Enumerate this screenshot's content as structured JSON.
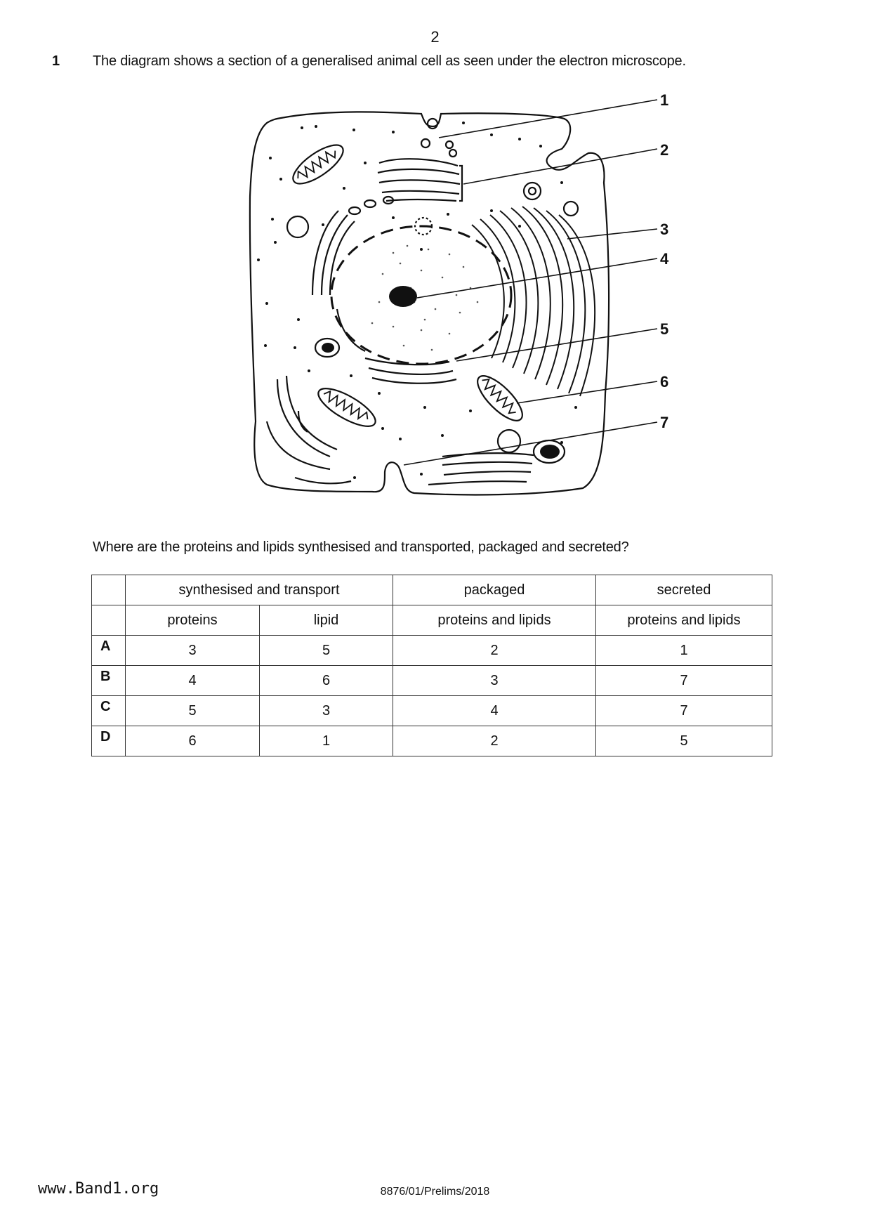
{
  "page_number": "2",
  "question": {
    "number": "1",
    "stem": "The diagram shows a section of a generalised animal cell as seen under the electron microscope.",
    "prompt": "Where are the proteins and lipids synthesised and transported, packaged and secreted?"
  },
  "diagram": {
    "labels": [
      "1",
      "2",
      "3",
      "4",
      "5",
      "6",
      "7"
    ]
  },
  "table": {
    "group_headers": [
      "synthesised and transport",
      "packaged",
      "secreted"
    ],
    "sub_headers": [
      "proteins",
      "lipid",
      "proteins and lipids",
      "proteins and lipids"
    ],
    "rows": [
      {
        "option": "A",
        "values": [
          "3",
          "5",
          "2",
          "1"
        ]
      },
      {
        "option": "B",
        "values": [
          "4",
          "6",
          "3",
          "7"
        ]
      },
      {
        "option": "C",
        "values": [
          "5",
          "3",
          "4",
          "7"
        ]
      },
      {
        "option": "D",
        "values": [
          "6",
          "1",
          "2",
          "5"
        ]
      }
    ]
  },
  "footer": {
    "site": "www.Band1.org",
    "code": "8876/01/Prelims/2018"
  }
}
